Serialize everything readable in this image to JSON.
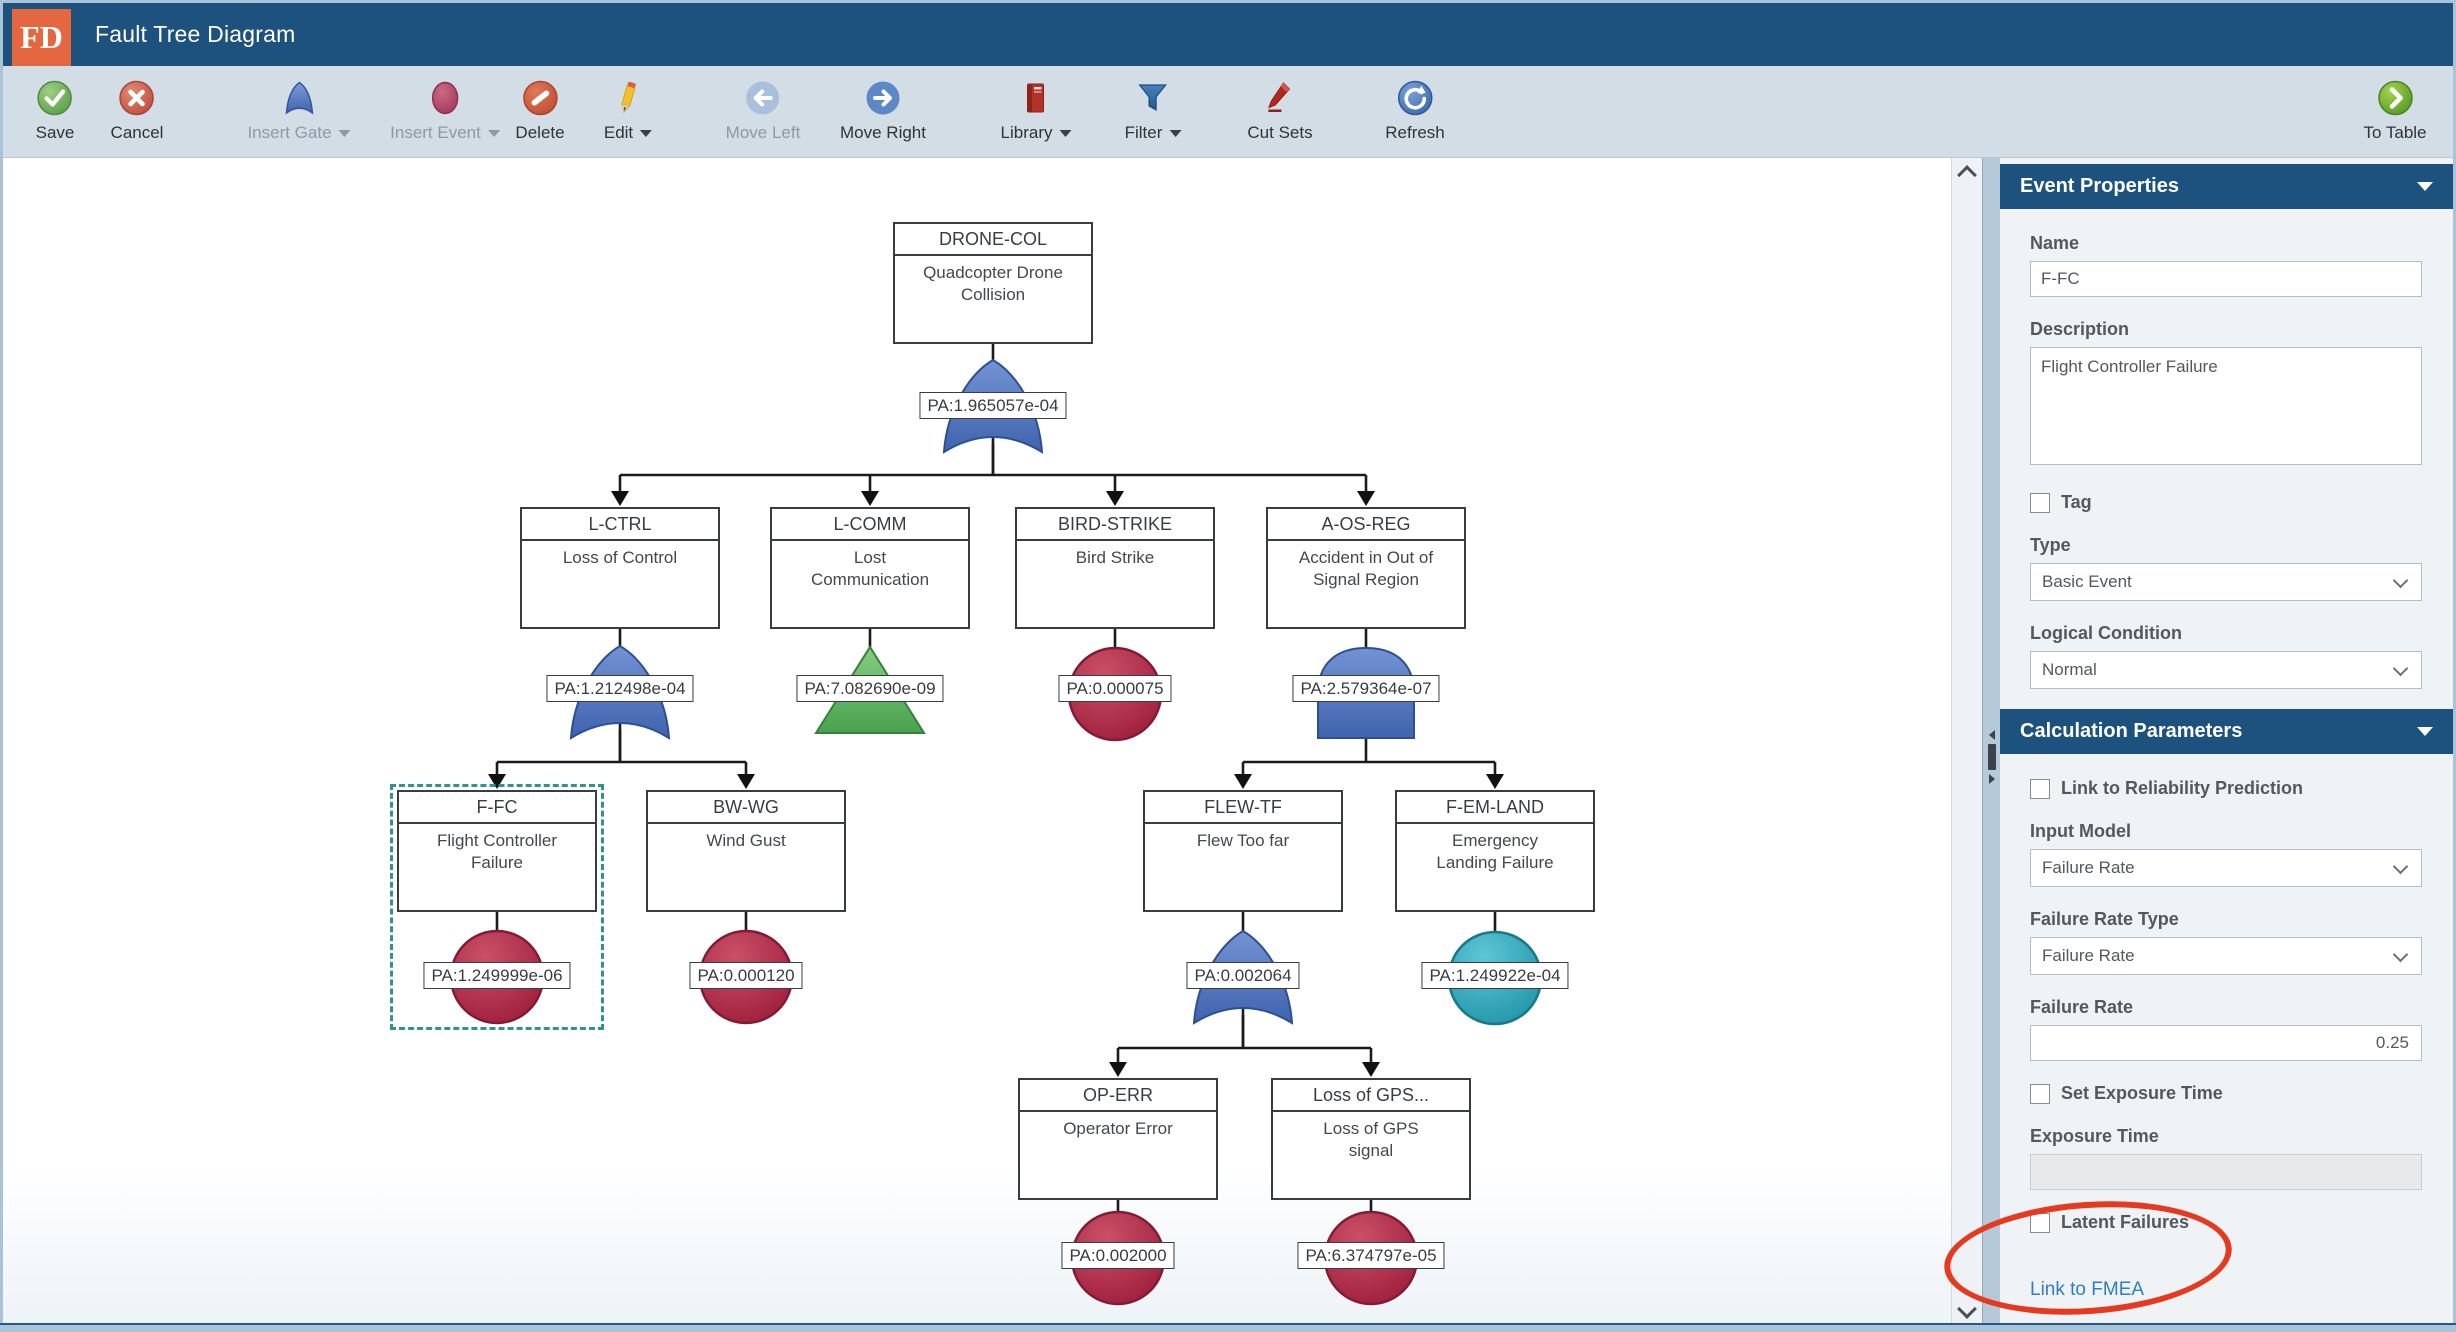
{
  "window": {
    "logo_text": "FD",
    "title": "Fault Tree Diagram"
  },
  "toolbar": {
    "save": "Save",
    "cancel": "Cancel",
    "insert_gate": "Insert Gate",
    "insert_event": "Insert Event",
    "delete": "Delete",
    "edit": "Edit",
    "move_left": "Move Left",
    "move_right": "Move Right",
    "library": "Library",
    "filter": "Filter",
    "cut_sets": "Cut Sets",
    "refresh": "Refresh",
    "to_table": "To Table"
  },
  "tree": {
    "nodes": [
      {
        "name": "DRONE-COL",
        "description": "Quadcopter Drone Collision",
        "pa": "PA:1.965057e-04"
      },
      {
        "name": "L-CTRL",
        "description": "Loss of Control",
        "pa": "PA:1.212498e-04"
      },
      {
        "name": "L-COMM",
        "description": "Lost Communication",
        "pa": "PA:7.082690e-09"
      },
      {
        "name": "BIRD-STRIKE",
        "description": "Bird Strike",
        "pa": "PA:0.000075"
      },
      {
        "name": "A-OS-REG",
        "description": "Accident in Out of Signal Region",
        "pa": "PA:2.579364e-07"
      },
      {
        "name": "F-FC",
        "description": "Flight Controller Failure",
        "pa": "PA:1.249999e-06"
      },
      {
        "name": "BW-WG",
        "description": "Wind Gust",
        "pa": "PA:0.000120"
      },
      {
        "name": "FLEW-TF",
        "description": "Flew Too far",
        "pa": "PA:0.002064"
      },
      {
        "name": "F-EM-LAND",
        "description": "Emergency Landing Failure",
        "pa": "PA:1.249922e-04"
      },
      {
        "name": "OP-ERR",
        "description": "Operator Error",
        "pa": "PA:0.002000"
      },
      {
        "name": "Loss of GPS...",
        "description": "Loss of GPS signal",
        "pa": "PA:6.374797e-05"
      }
    ]
  },
  "panel": {
    "sections": {
      "event_properties": "Event Properties",
      "calculation_parameters": "Calculation Parameters"
    },
    "event_properties": {
      "name_label": "Name",
      "name_value": "F-FC",
      "description_label": "Description",
      "description_value": "Flight Controller Failure",
      "tag_label": "Tag",
      "type_label": "Type",
      "type_value": "Basic Event",
      "logical_condition_label": "Logical Condition",
      "logical_condition_value": "Normal"
    },
    "calculation_parameters": {
      "link_reliability_label": "Link to Reliability Prediction",
      "input_model_label": "Input Model",
      "input_model_value": "Failure Rate",
      "failure_rate_type_label": "Failure Rate Type",
      "failure_rate_type_value": "Failure Rate",
      "failure_rate_label": "Failure Rate",
      "failure_rate_value": "0.25",
      "set_exposure_label": "Set Exposure Time",
      "exposure_time_label": "Exposure Time",
      "exposure_time_value": "",
      "latent_failures_label": "Latent Failures",
      "link_to_fmea_label": "Link to FMEA"
    }
  },
  "colors": {
    "titlebar": "#1d517e",
    "logo": "#e5673f",
    "toolbar": "#d2dde6",
    "gate_blue": "#4a73c2",
    "gate_green": "#56b060",
    "event_red": "#a92442",
    "event_teal": "#2aa9bc",
    "selection_teal": "#2e9490",
    "annotation_red": "#e6391f",
    "link_blue": "#2d7fc0",
    "panel_header": "#1d517e"
  }
}
